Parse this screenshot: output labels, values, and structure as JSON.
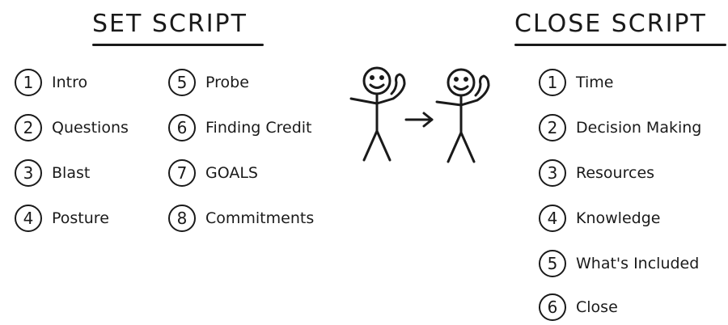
{
  "set_script": {
    "title": "SET SCRIPT",
    "items": [
      {
        "num": "1",
        "label": "Intro"
      },
      {
        "num": "2",
        "label": "Questions"
      },
      {
        "num": "3",
        "label": "Blast"
      },
      {
        "num": "4",
        "label": "Posture"
      },
      {
        "num": "5",
        "label": "Probe"
      },
      {
        "num": "6",
        "label": "Finding Credit"
      },
      {
        "num": "7",
        "label": "GOALS"
      },
      {
        "num": "8",
        "label": "Commitments"
      }
    ]
  },
  "close_script": {
    "title": "CLOSE SCRIPT",
    "items": [
      {
        "num": "1",
        "label": "Time"
      },
      {
        "num": "2",
        "label": "Decision Making"
      },
      {
        "num": "3",
        "label": "Resources"
      },
      {
        "num": "4",
        "label": "Knowledge"
      },
      {
        "num": "5",
        "label": "What's Included"
      },
      {
        "num": "6",
        "label": "Close"
      }
    ]
  },
  "icons": [
    "stick-figure-flexing-icon",
    "right-arrow-icon",
    "stick-figure-flexing-icon"
  ]
}
